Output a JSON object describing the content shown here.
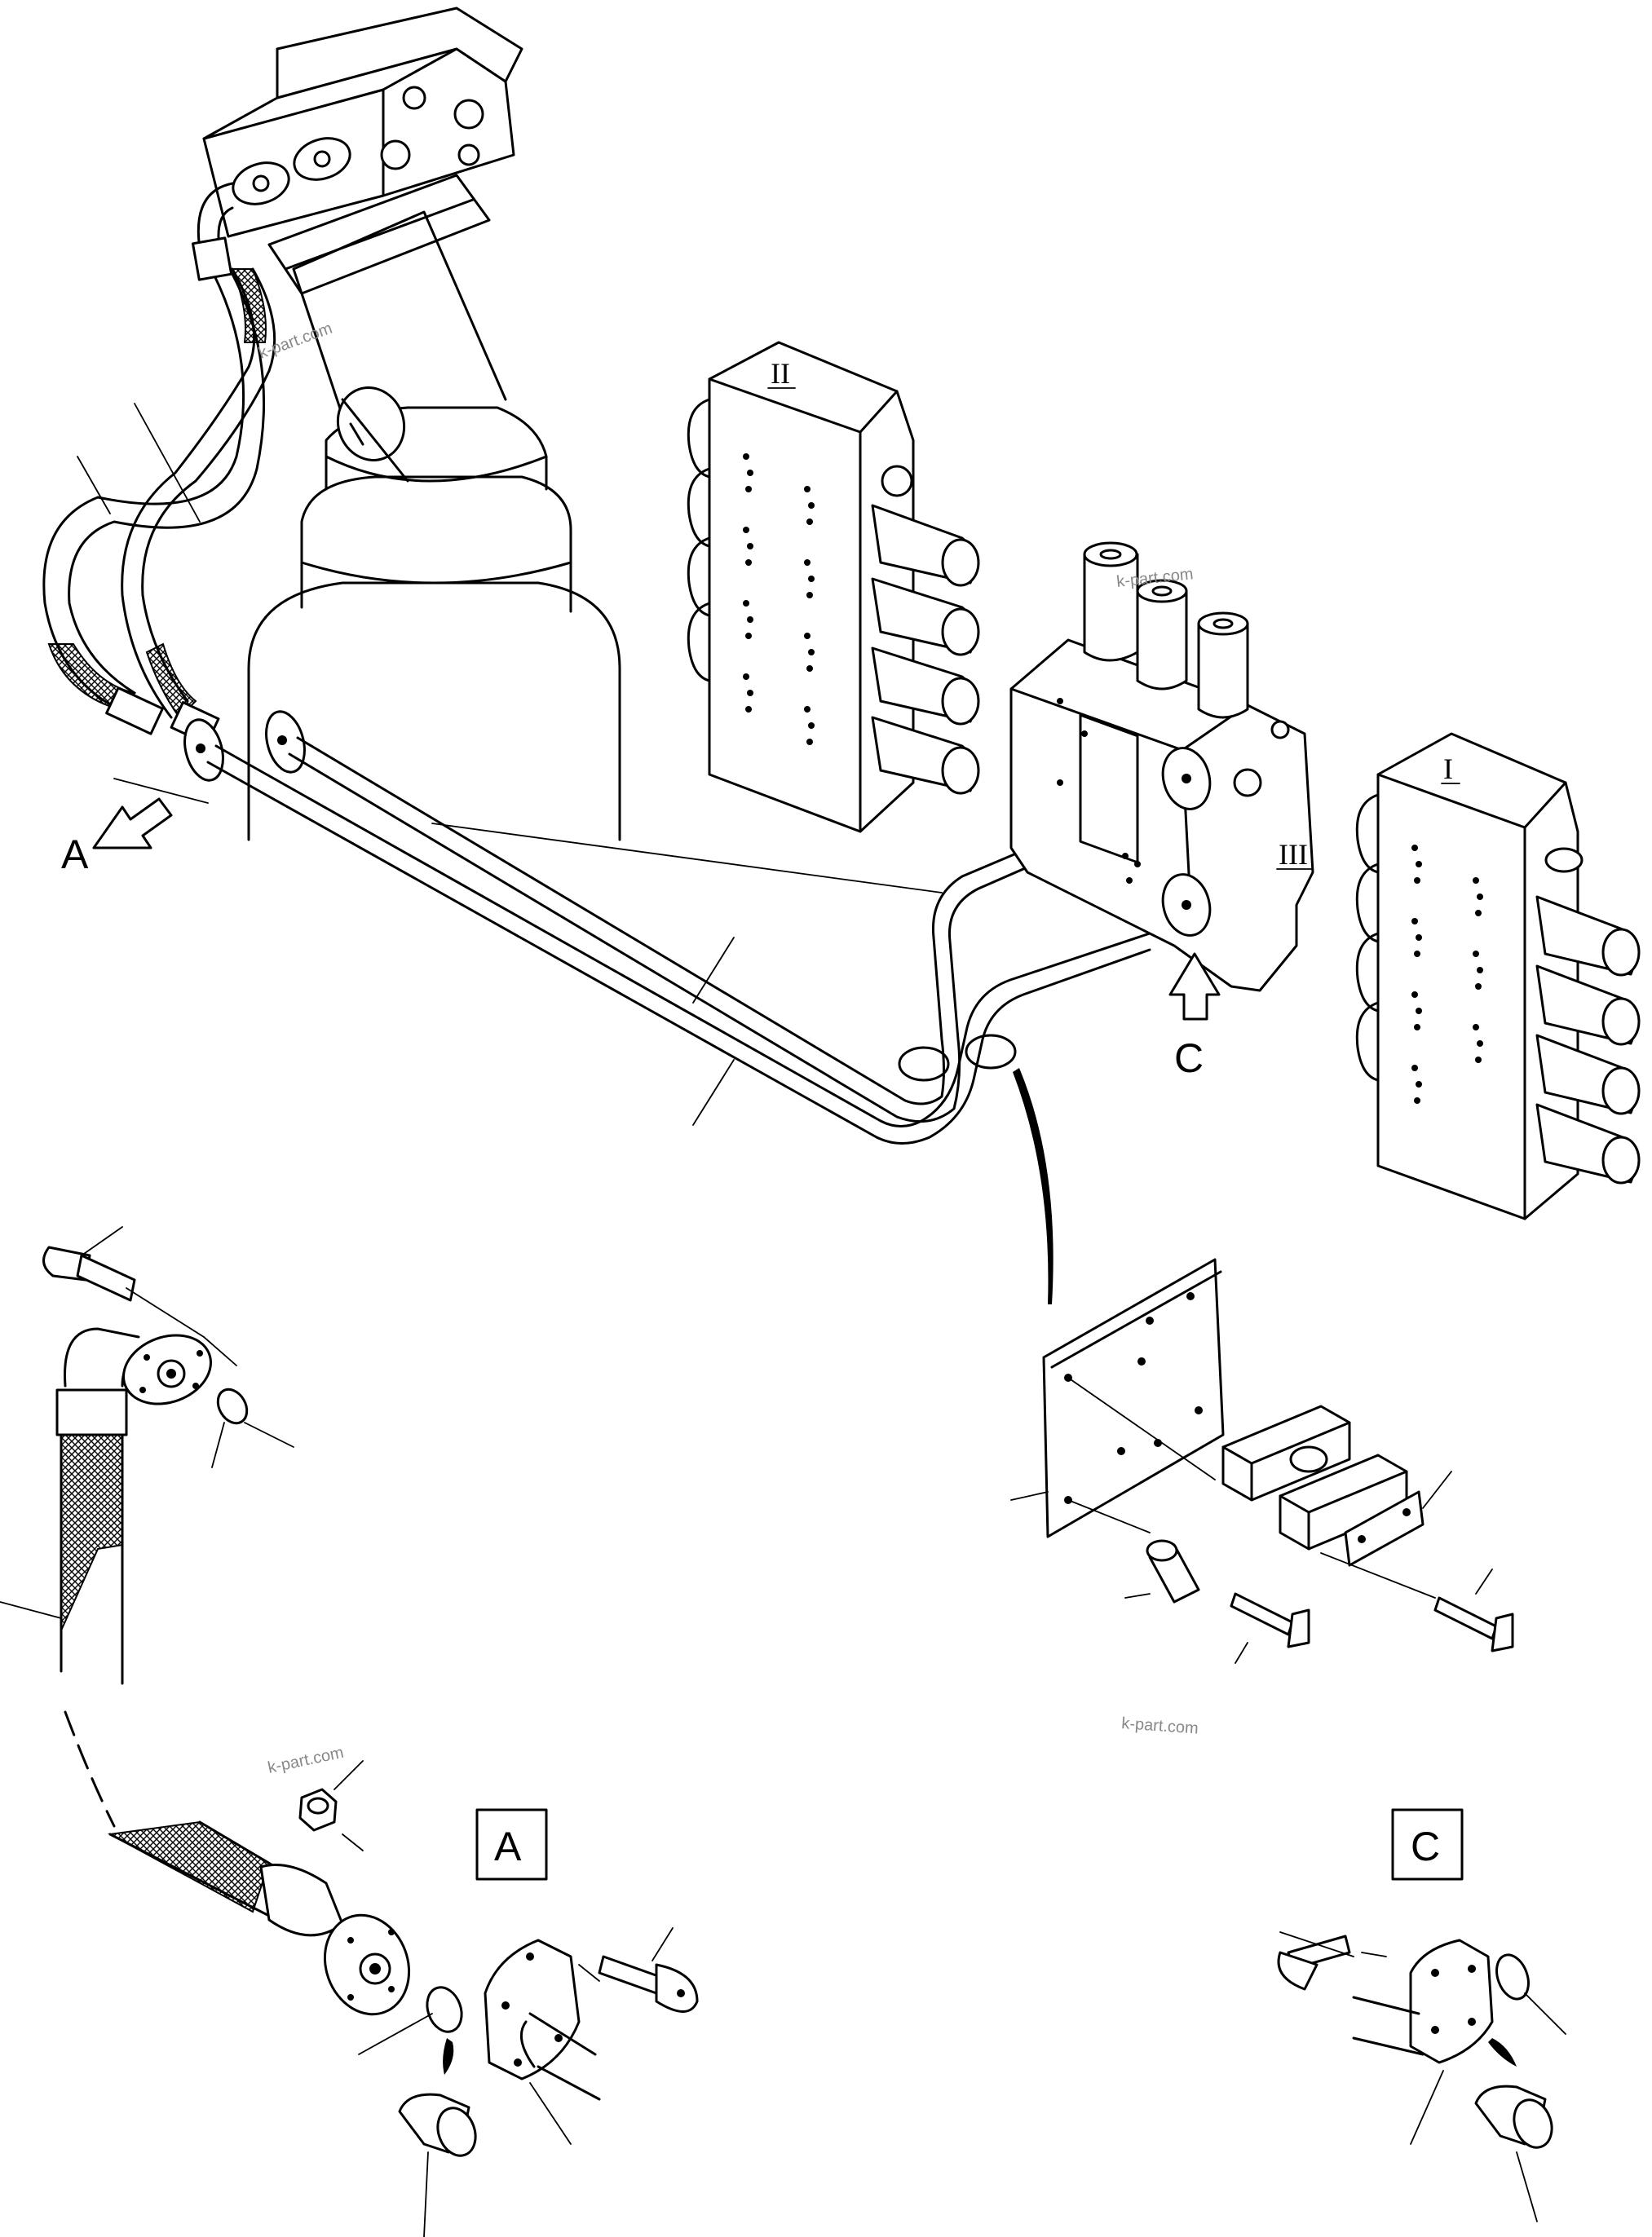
{
  "callouts": {
    "a_arrow": "A",
    "c_arrow": "C",
    "a_box": "A",
    "c_box": "C"
  },
  "valve_labels": {
    "valve_1": "I",
    "valve_2": "II",
    "valve_3": "III"
  },
  "watermarks": [
    "k-part.com",
    "k-part.com",
    "k-part.com",
    "k-part.com"
  ]
}
